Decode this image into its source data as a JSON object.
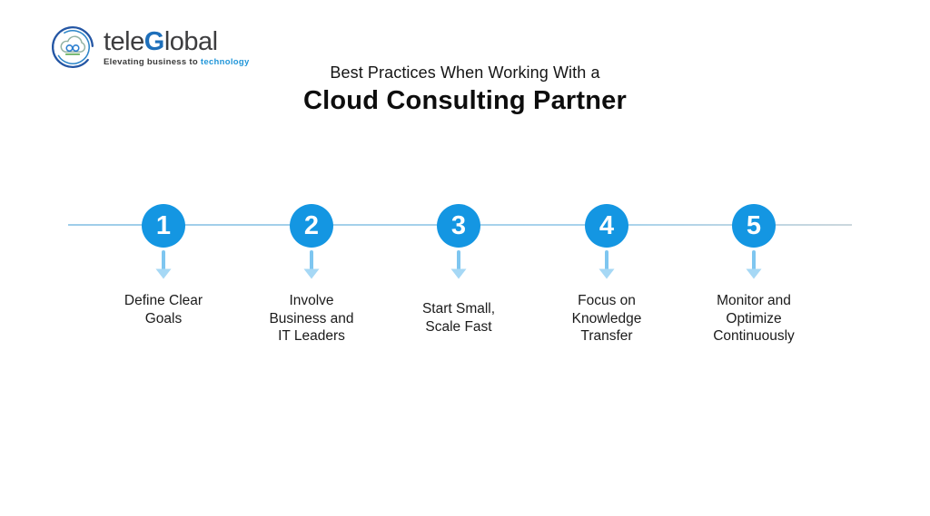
{
  "logo": {
    "brand_tele": "tele",
    "brand_g": "G",
    "brand_lobal": "lobal",
    "tagline_prefix": "Elevating business to ",
    "tagline_highlight": "technology"
  },
  "title": {
    "line1": "Best Practices When Working With a",
    "line2": "Cloud Consulting Partner"
  },
  "steps": [
    {
      "number": "1",
      "label": "Define Clear\nGoals"
    },
    {
      "number": "2",
      "label": "Involve\nBusiness and\nIT Leaders"
    },
    {
      "number": "3",
      "label": "Start Small,\nScale Fast"
    },
    {
      "number": "4",
      "label": "Focus on\nKnowledge\nTransfer"
    },
    {
      "number": "5",
      "label": "Monitor and\nOptimize\nContinuously"
    }
  ],
  "colors": {
    "step_circle": "#1496E2",
    "arrow_stem": "#7EC6F0",
    "arrow_head": "#A6D8F5",
    "timeline_line_left": "#9FCDE9",
    "timeline_line_right": "#CBD7DD",
    "brand_blue": "#1E6FBA",
    "tagline_blue": "#2196D9",
    "text_dark": "#1B1B1B"
  }
}
